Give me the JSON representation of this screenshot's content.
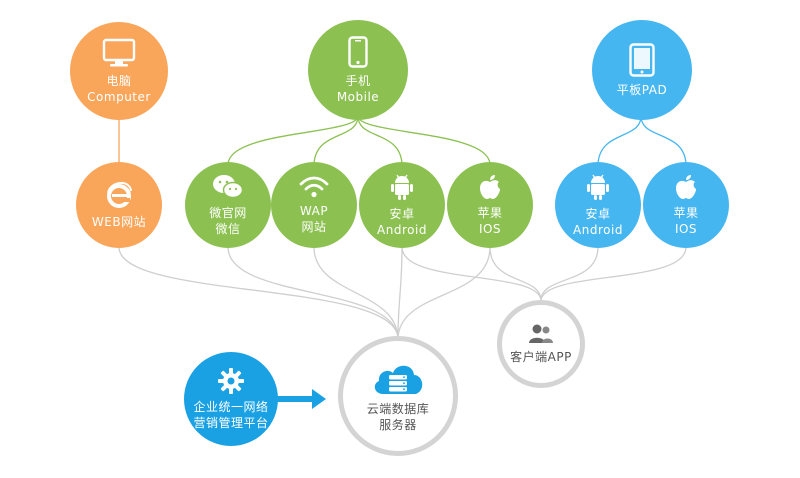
{
  "colors": {
    "orange": "#f9a55a",
    "green": "#8cc152",
    "blue": "#45b6f0",
    "dark_blue": "#1aa1e4",
    "connector_gray": "#cfcfcf",
    "hub_border": "#d4d4d4",
    "arrow": "#1aa1e4"
  },
  "devices": {
    "computer": {
      "icon": "monitor-icon",
      "line1": "电脑",
      "line2": "Computer"
    },
    "mobile": {
      "icon": "smartphone-icon",
      "line1": "手机",
      "line2": "Mobile"
    },
    "pad": {
      "icon": "tablet-icon",
      "line1": "平板PAD"
    }
  },
  "channels": {
    "web": {
      "icon": "ie-browser-icon",
      "line1": "WEB网站"
    },
    "wechat": {
      "icon": "wechat-icon",
      "line1": "微官网",
      "line2": "微信"
    },
    "wap": {
      "icon": "wifi-icon",
      "line1": "WAP",
      "line2": "网站"
    },
    "mobile_android": {
      "icon": "android-icon",
      "line1": "安卓",
      "line2": "Android"
    },
    "mobile_ios": {
      "icon": "apple-icon",
      "line1": "苹果",
      "line2": "IOS"
    },
    "pad_android": {
      "icon": "android-icon",
      "line1": "安卓",
      "line2": "Android"
    },
    "pad_ios": {
      "icon": "apple-icon",
      "line1": "苹果",
      "line2": "IOS"
    }
  },
  "hubs": {
    "client_app": {
      "icon": "users-icon",
      "line1": "客户端APP"
    },
    "cloud_server": {
      "icon": "cloud-database-icon",
      "line1": "云端数据库",
      "line2": "服务器"
    }
  },
  "platform": {
    "icon": "gear-icon",
    "line1": "企业统一网络",
    "line2": "营销管理平台"
  }
}
